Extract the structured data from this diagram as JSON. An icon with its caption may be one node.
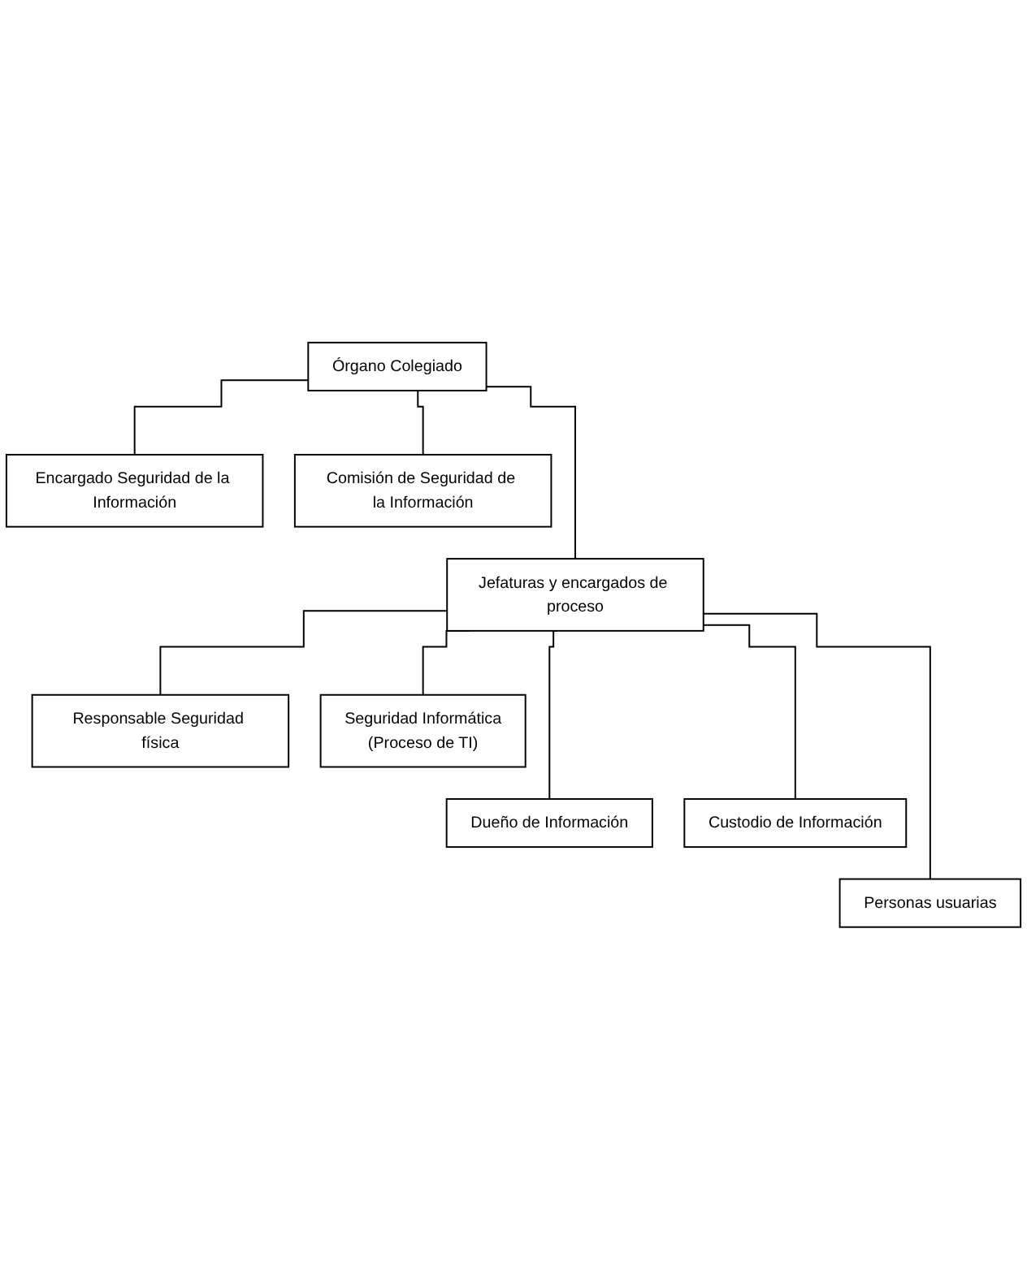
{
  "diagram": {
    "nodes": [
      {
        "text": [
          "Órgano Colegiado"
        ]
      },
      {
        "text": [
          "Encargado Seguridad de la Información"
        ]
      },
      {
        "text": [
          "Comisión de Seguridad de la Información"
        ]
      },
      {
        "text": [
          "Jefaturas y encargados de proceso"
        ]
      },
      {
        "text": [
          "Responsable Seguridad física"
        ]
      },
      {
        "text": [
          "Seguridad Informática",
          "(Proceso de TI)"
        ]
      },
      {
        "text": [
          "Dueño de Información"
        ]
      },
      {
        "text": [
          "Custodio de Información"
        ]
      },
      {
        "text": [
          "Personas usuarias"
        ]
      }
    ],
    "edges": [
      {
        "from": 0,
        "to": 1,
        "arrow": "none"
      },
      {
        "from": 0,
        "to": 2,
        "arrow": "none"
      },
      {
        "from": 0,
        "to": 3,
        "arrow": "none"
      },
      {
        "from": 3,
        "to": 4,
        "arrow": "none"
      },
      {
        "from": 3,
        "to": 5,
        "arrow": "none"
      },
      {
        "from": 3,
        "to": 6,
        "arrow": "none"
      },
      {
        "from": 3,
        "to": 7,
        "arrow": "none"
      },
      {
        "from": 3,
        "to": 8,
        "arrow": "none"
      }
    ]
  }
}
